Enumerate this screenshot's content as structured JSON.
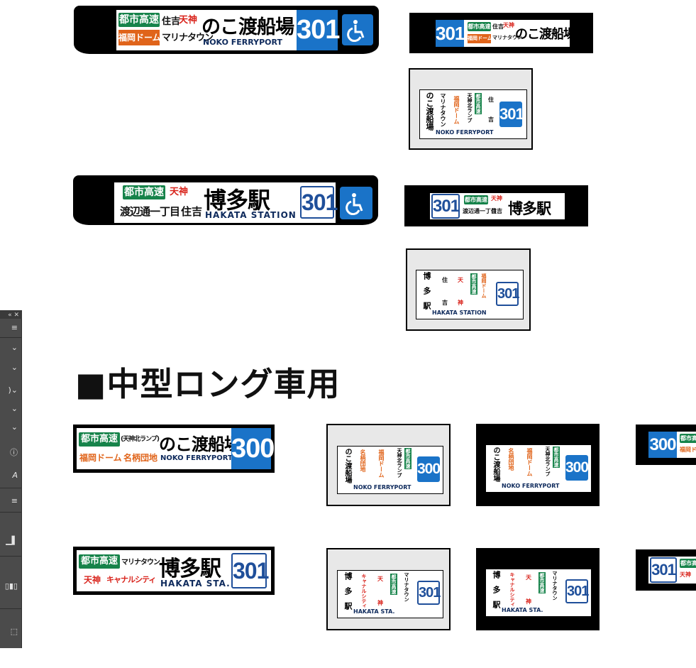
{
  "heading": "■中型ロング車用",
  "labels": {
    "toshikosoku": "都市高速",
    "sumiyoshi": "住吉",
    "tenjin": "天神",
    "fukuoka_dome": "福岡ドーム",
    "marina_town": "マリナタウン",
    "noko_ferry_jp": "のこ渡船場",
    "noko_ferry_en": "NOKO FERRYPORT",
    "watanabedori": "渡辺通一丁目",
    "hakata_jp": "博多駅",
    "hakata_en": "HAKATA STATION",
    "hakata_en_short": "HAKATA STA.",
    "tenjin_kita_ramp": "(天神北ランプ)",
    "meiho_danchi": "名柄団地",
    "canal_city": "キャナルシティ",
    "tenjin_kita_ramp_v": "天神北ランプ",
    "sumi": "住",
    "yoshi": "吉",
    "ten": "天",
    "jin": "神"
  },
  "routes": {
    "r301": "301",
    "r300": "300"
  },
  "icons": {
    "wheelchair": "wheelchair-icon"
  },
  "colors": {
    "route_blue": "#1a73c8",
    "expressway_green": "#16834a",
    "orange": "#e0641a",
    "red": "#d9241c"
  }
}
